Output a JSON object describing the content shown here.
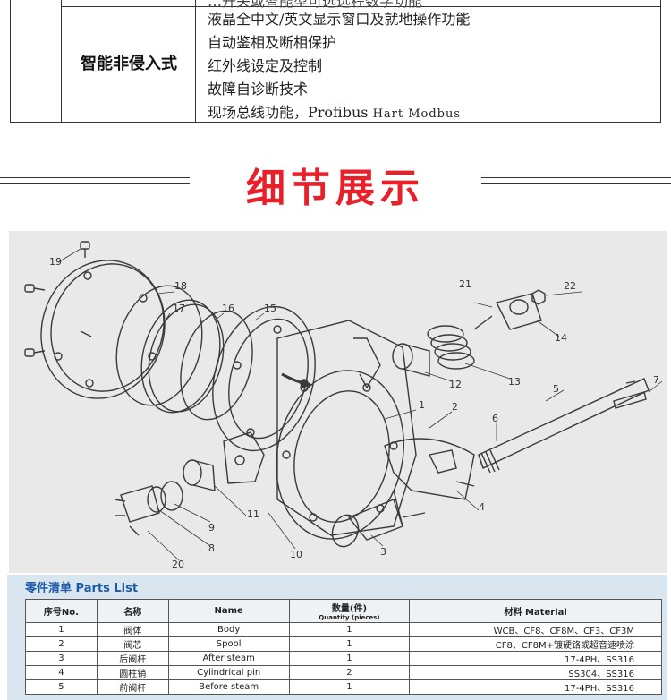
{
  "spec": {
    "cut_line": "…开关或智能型可选远程数字功能",
    "category": "智能非侵入式",
    "features": [
      "液晶全中文/英文显示窗口及就地操作功能",
      "自动鉴相及断相保护",
      "红外线设定及控制",
      "故障自诊断技术"
    ],
    "bus_prefix": "现场总线功能，Profibus",
    "bus_protocols": [
      "Hart",
      "Modbus"
    ]
  },
  "section_title": "细节展示",
  "diagram": {
    "part_numbers": [
      "1",
      "2",
      "3",
      "4",
      "5",
      "6",
      "7",
      "8",
      "9",
      "10",
      "11",
      "12",
      "13",
      "14",
      "15",
      "16",
      "17",
      "18",
      "19",
      "20",
      "21",
      "22"
    ]
  },
  "parts_list": {
    "title": "零件清单 Parts List",
    "headers": {
      "no": "序号No.",
      "name_cn": "名称",
      "name_en": "Name",
      "qty": "数量(件)",
      "qty_sub": "Quantity (pieces)",
      "material": "材料 Material"
    },
    "rows": [
      {
        "no": "1",
        "cn": "阀体",
        "en": "Body",
        "qty": "1",
        "material": "WCB、CF8、CF8M、CF3、CF3M"
      },
      {
        "no": "2",
        "cn": "阀芯",
        "en": "Spool",
        "qty": "1",
        "material": "CF8、CF8M+镀硬铬或超音速喷涂"
      },
      {
        "no": "3",
        "cn": "后阀杆",
        "en": "After steam",
        "qty": "1",
        "material": "17-4PH、SS316"
      },
      {
        "no": "4",
        "cn": "圆柱销",
        "en": "Cylindrical pin",
        "qty": "2",
        "material": "SS304、SS316"
      },
      {
        "no": "5",
        "cn": "前阀杆",
        "en": "Before steam",
        "qty": "1",
        "material": "17-4PH、SS316"
      }
    ]
  },
  "colors": {
    "title_red": "#e8202a",
    "parts_title_blue": "#1c5aa8",
    "diagram_bg": "#e9e9e9",
    "parts_bg": "#d9e6f0"
  }
}
